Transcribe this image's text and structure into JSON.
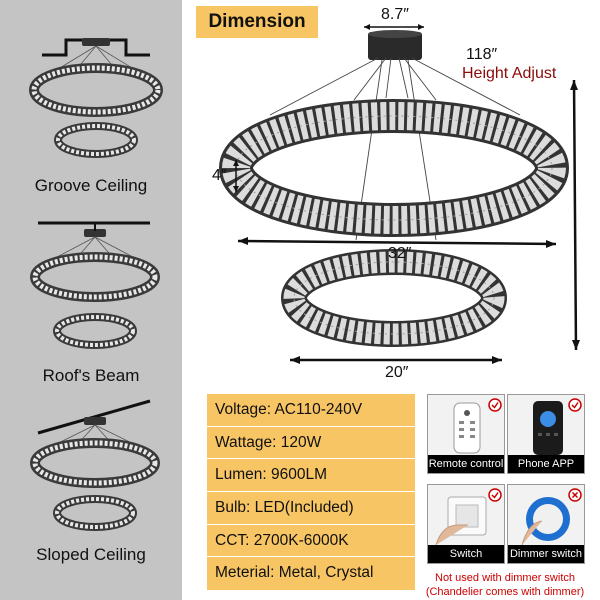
{
  "installations": [
    {
      "label": "Groove Ceiling"
    },
    {
      "label": "Roof's Beam"
    },
    {
      "label": "Sloped Ceiling"
    }
  ],
  "dimension": {
    "header": "Dimension",
    "canopy_width": "8.7″",
    "height_value": "118″",
    "height_label": "Height Adjust",
    "ring_thickness": "4″",
    "upper_ring_diameter": "32″",
    "lower_ring_diameter": "20″"
  },
  "specs": [
    {
      "text": "Voltage: AC110-240V"
    },
    {
      "text": "Wattage: 120W"
    },
    {
      "text": "Lumen: 9600LM"
    },
    {
      "text": "Bulb: LED(Included)"
    },
    {
      "text": "CCT: 2700K-6000K"
    },
    {
      "text": "Meterial: Metal, Crystal"
    }
  ],
  "controls": [
    {
      "label": "Remote control",
      "status": "supported",
      "icon": "remote-icon"
    },
    {
      "label": "Phone APP",
      "status": "supported",
      "icon": "phone-app-icon"
    },
    {
      "label": "Switch",
      "status": "supported",
      "icon": "wall-switch-icon"
    },
    {
      "label": "Dimmer switch",
      "status": "not-supported",
      "icon": "dimmer-icon"
    }
  ],
  "note": {
    "line1": "Not used with dimmer switch",
    "line2": "(Chandelier comes with dimmer)"
  },
  "colors": {
    "accent": "#f7c564",
    "panel": "#c4c4c4",
    "warning": "#cc0000",
    "height_label": "#8b0a0a"
  }
}
